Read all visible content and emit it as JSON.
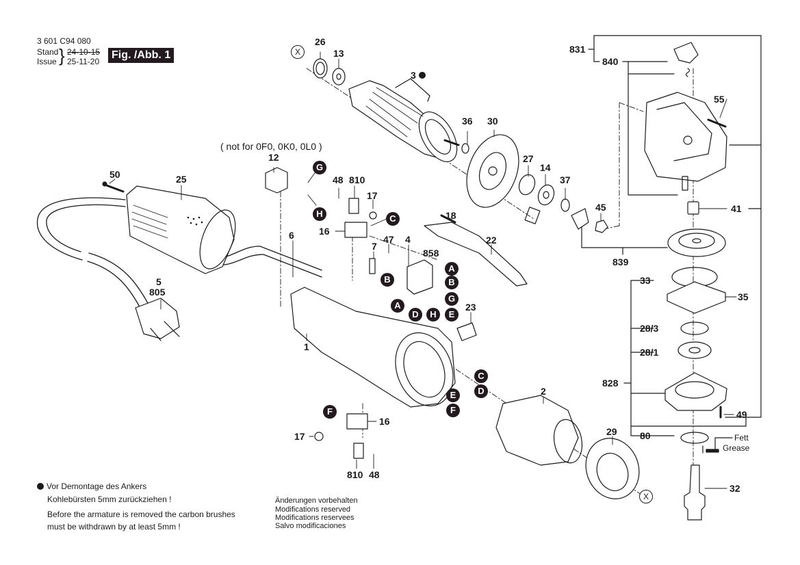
{
  "header": {
    "part_number": "3 601 C94 080",
    "stand_label": "Stand",
    "stand_date": "24-10-15",
    "issue_label": "Issue",
    "issue_date": "25-11-20",
    "figure_label": "Fig. /Abb. 1"
  },
  "note_variant": "( not for 0F0, 0K0, 0L0 )",
  "part_labels": {
    "p26": "26",
    "p13": "13",
    "p3": "3",
    "p36": "36",
    "p30": "30",
    "p27": "27",
    "p14": "14",
    "p37": "37",
    "p45": "45",
    "p12": "12",
    "p48a": "48",
    "p810a": "810",
    "p17a": "17",
    "p16a": "16",
    "p50": "50",
    "p25": "25",
    "p6": "6",
    "p5": "5",
    "p805": "805",
    "p7": "7",
    "p47": "47",
    "p4": "4",
    "p858": "858",
    "p18": "18",
    "p22": "22",
    "p23": "23",
    "p1": "1",
    "p2": "2",
    "p29": "29",
    "p16b": "16",
    "p17b": "17",
    "p810b": "810",
    "p48b": "48",
    "p831": "831",
    "p840": "840",
    "p55": "55",
    "p41": "41",
    "p839": "839",
    "p33": "33",
    "p35": "35",
    "p28_3": "28/3",
    "p28_1": "28/1",
    "p828": "828",
    "p49": "49",
    "p80": "80",
    "p32": "32"
  },
  "connectors": {
    "G1": "G",
    "H1": "H",
    "C1": "C",
    "A1": "A",
    "B1": "B",
    "G2": "G",
    "B2": "B",
    "A2": "A",
    "D1": "D",
    "H2": "H",
    "E1": "E",
    "C2": "C",
    "D2": "D",
    "E2": "E",
    "F2": "F",
    "F1": "F"
  },
  "alignment_marks": {
    "x_top": "X",
    "x_bottom": "X"
  },
  "grease": {
    "de": "Fett",
    "en": "Grease"
  },
  "footer": {
    "note_de_1": "Vor Demontage des Ankers",
    "note_de_2": "Kohlebürsten 5mm zurückziehen !",
    "note_en_1": "Before the armature is removed the carbon brushes",
    "note_en_2": "must be withdrawn by at least 5mm !",
    "mod_de": "Änderungen vorbehalten",
    "mod_en": "Modifications reserved",
    "mod_fr": "Modifications reservees",
    "mod_es": "Salvo modificaciones"
  }
}
